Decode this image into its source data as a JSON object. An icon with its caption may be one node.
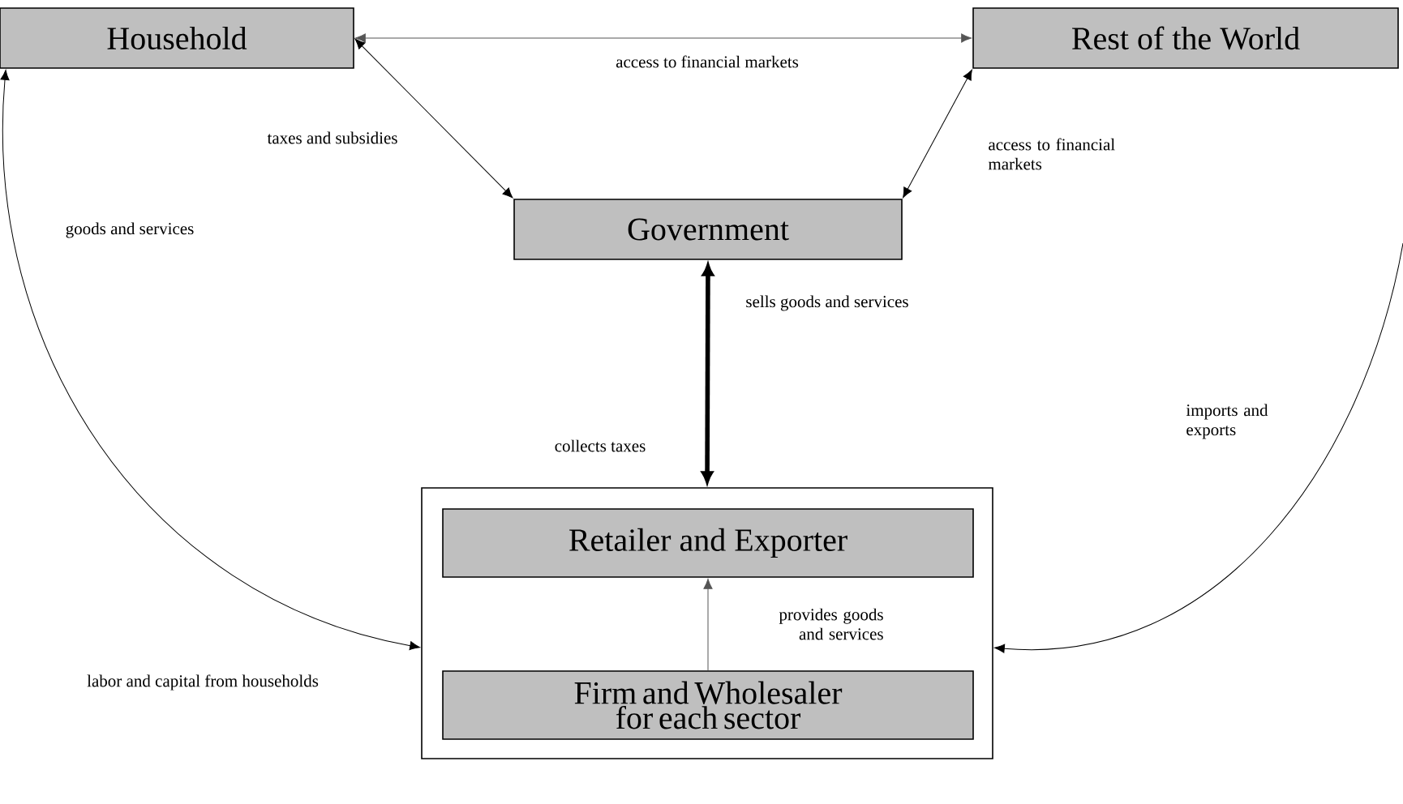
{
  "diagram": {
    "nodes": [
      {
        "text": [
          "Household"
        ]
      },
      {
        "text": [
          "Rest of the World"
        ]
      },
      {
        "text": [
          "Government"
        ]
      },
      {
        "text": [],
        "shape": "box"
      },
      {
        "text": [
          "Retailer and Exporter"
        ],
        "in": 3
      },
      {
        "text": [
          "Firm and Wholesaler for each sector"
        ],
        "in": 3
      }
    ],
    "edges": [
      {
        "from": 0,
        "to": 1,
        "arrow": "both",
        "label": "access to financial markets",
        "color": "#555555"
      },
      {
        "from": 2,
        "to": 0,
        "arrow": "both",
        "label": "taxes and subsidies"
      },
      {
        "from": 2,
        "to": 1,
        "arrow": "both",
        "label": "access to financial markets"
      },
      {
        "from": 2,
        "to": 3,
        "arrow": "both",
        "label": "sells goods and services",
        "style": "thick"
      },
      {
        "from": 3,
        "to": 0,
        "arrow": "both",
        "label": "goods and services"
      },
      {
        "from": null,
        "to": 3,
        "arrow": "to",
        "label": "imports and exports"
      },
      {
        "from": 5,
        "to": 4,
        "arrow": "to",
        "label": "provides goods and services",
        "color": "#555555"
      }
    ],
    "labels": [
      "collects taxes",
      "labor and capital from households"
    ]
  }
}
